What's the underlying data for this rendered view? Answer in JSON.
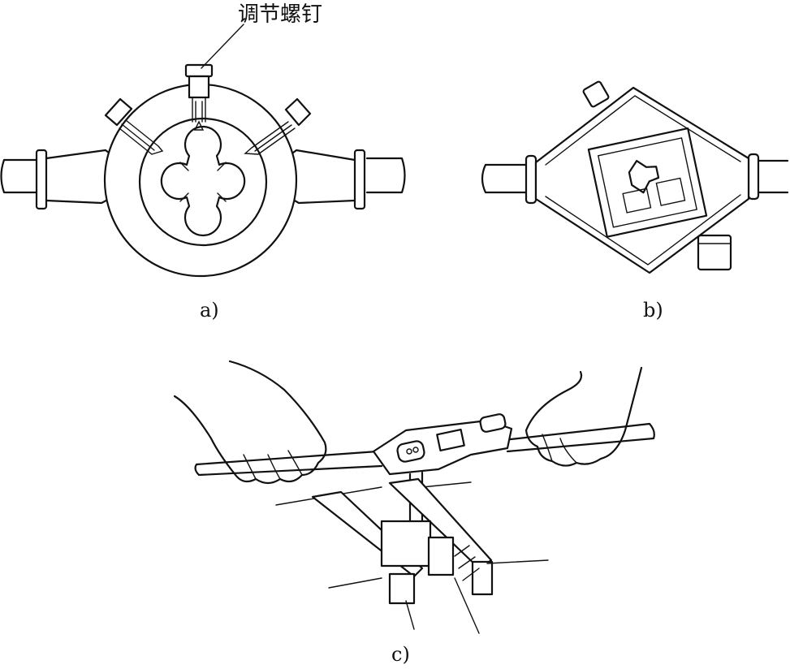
{
  "callout": {
    "label": "调节螺钉"
  },
  "captions": {
    "a": "a)",
    "b": "b)",
    "c": "c)"
  }
}
